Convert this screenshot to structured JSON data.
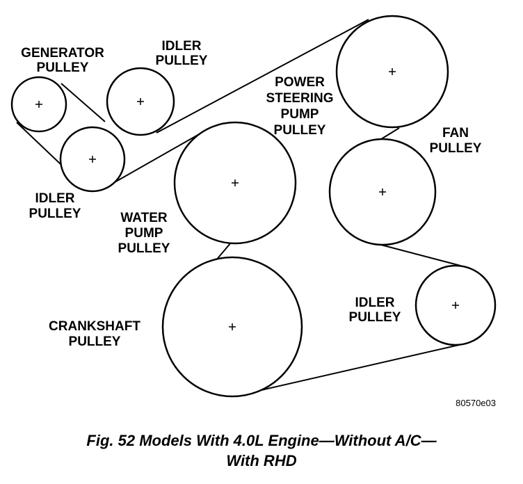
{
  "labels": {
    "generator_l1": "GENERATOR",
    "generator_l2": "PULLEY",
    "idler_top_l1": "IDLER",
    "idler_top_l2": "PULLEY",
    "power_steering_l1": "POWER",
    "power_steering_l2": "STEERING",
    "power_steering_l3": "PUMP",
    "power_steering_l4": "PULLEY",
    "fan_l1": "FAN",
    "fan_l2": "PULLEY",
    "idler_left_l1": "IDLER",
    "idler_left_l2": "PULLEY",
    "water_pump_l1": "WATER",
    "water_pump_l2": "PUMP",
    "water_pump_l3": "PULLEY",
    "crankshaft_l1": "CRANKSHAFT",
    "crankshaft_l2": "PULLEY",
    "idler_right_l1": "IDLER",
    "idler_right_l2": "PULLEY"
  },
  "reference_code": "80570e03",
  "caption": {
    "line1": "Fig. 52 Models With 4.0L Engine—Without A/C—",
    "line2": "With RHD"
  }
}
